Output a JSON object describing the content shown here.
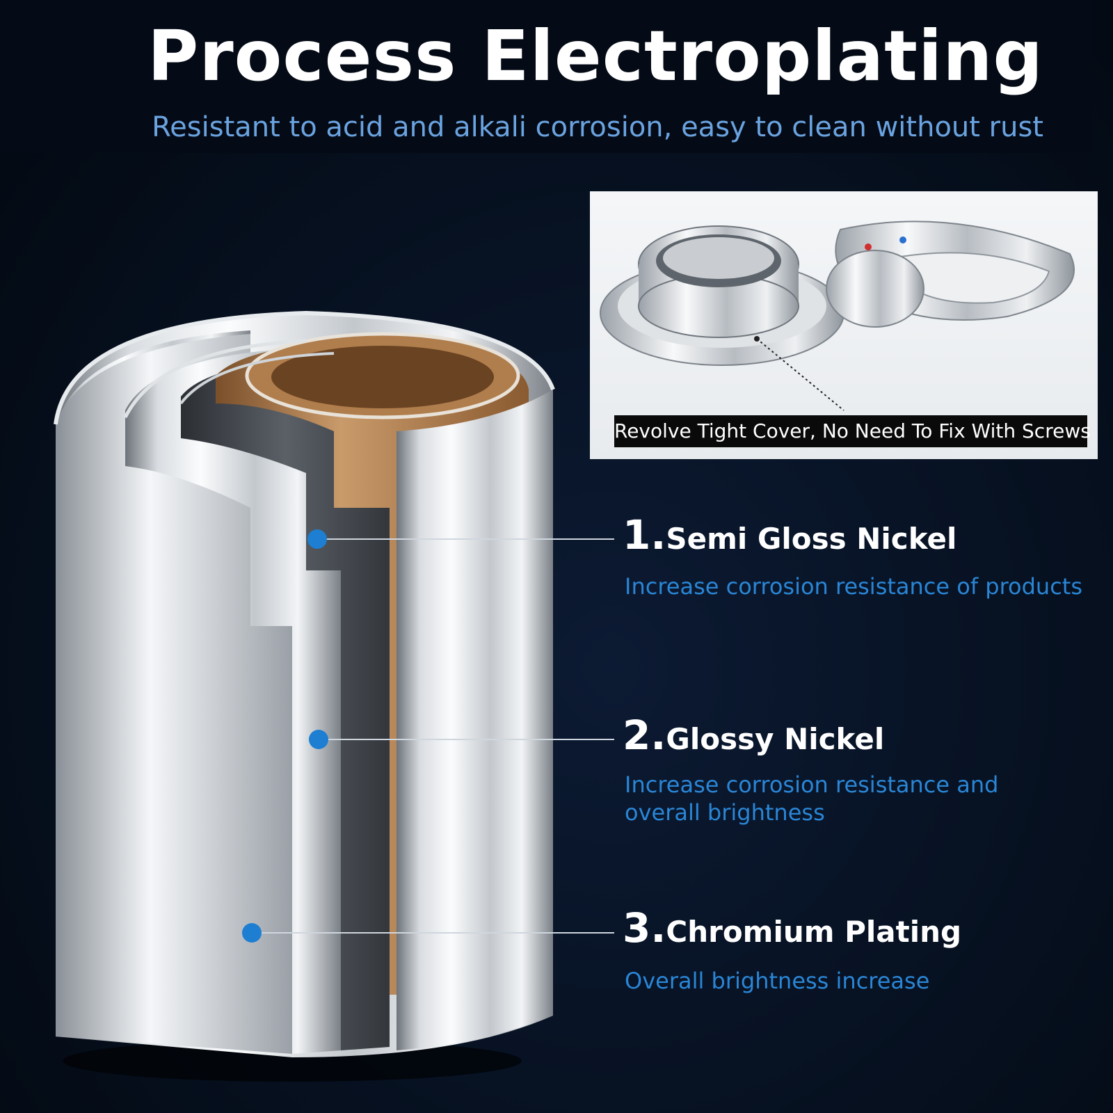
{
  "header": {
    "title": "Process Electroplating",
    "subtitle": "Resistant to acid and alkali corrosion, easy to clean without rust"
  },
  "inset": {
    "caption": "Revolve Tight Cover, No Need To Fix With Screws"
  },
  "layers": [
    {
      "number": "1.",
      "name": "Semi Gloss Nickel",
      "description": "Increase corrosion resistance of products"
    },
    {
      "number": "2.",
      "name": "Glossy Nickel",
      "description_line1": "Increase corrosion resistance and",
      "description_line2": "overall brightness"
    },
    {
      "number": "3.",
      "name": "Chromium Plating",
      "description": "Overall brightness increase"
    }
  ],
  "colors": {
    "background": "#06101f",
    "accent_blue": "#2a86d6",
    "subtitle_blue": "#6aa3e0",
    "copper": "#b8875a"
  }
}
